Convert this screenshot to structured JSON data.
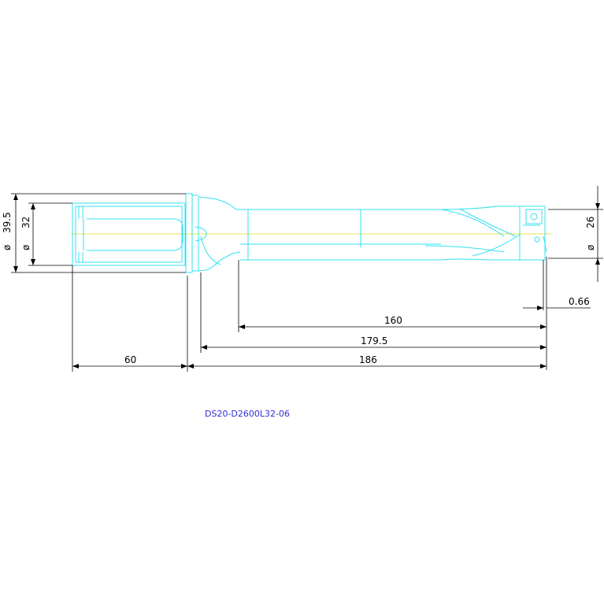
{
  "drawing": {
    "part_number": "DS20-D2600L32-06",
    "colors": {
      "part_outline": "#33e0f0",
      "centerline": "#e6e65a",
      "dimension": "#000000",
      "label": "#2f2fd0",
      "background": "#ffffff"
    },
    "dimensions": {
      "flange_diameter": {
        "symbol": "ø",
        "value": "39.5"
      },
      "shank_diameter": {
        "symbol": "ø",
        "value": "32"
      },
      "drill_diameter": {
        "symbol": "ø",
        "value": "26"
      },
      "tip_offset": "0.66",
      "flute_length": "160",
      "body_length": "179.5",
      "shank_length": "60",
      "overall_length": "186"
    }
  }
}
